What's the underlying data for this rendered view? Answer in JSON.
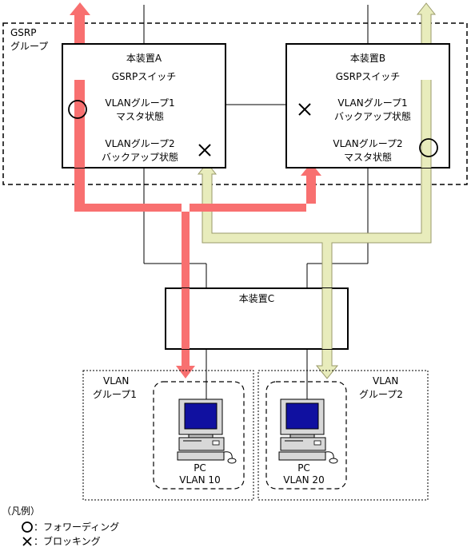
{
  "gsrp_group": {
    "line1": "GSRP",
    "line2": "グループ"
  },
  "device_a": {
    "name": "本装置A",
    "type": "GSRPスイッチ",
    "vg1_label": "VLANグループ1",
    "vg1_state": "マスタ状態",
    "vg2_label": "VLANグループ2",
    "vg2_state": "バックアップ状態"
  },
  "device_b": {
    "name": "本装置B",
    "type": "GSRPスイッチ",
    "vg1_label": "VLANグループ1",
    "vg1_state": "バックアップ状態",
    "vg2_label": "VLANグループ2",
    "vg2_state": "マスタ状態"
  },
  "device_c": {
    "name": "本装置C"
  },
  "vlan_group1": {
    "line1": "VLAN",
    "line2": "グループ1"
  },
  "vlan_group2": {
    "line1": "VLAN",
    "line2": "グループ2"
  },
  "pc1": {
    "line1": "PC",
    "line2": "VLAN 10"
  },
  "pc2": {
    "line1": "PC",
    "line2": "VLAN 20"
  },
  "legend": {
    "title": "（凡例）",
    "forwarding": "：フォワーディング",
    "blocking": "：ブロッキング"
  },
  "colors": {
    "red_path": "#f87070",
    "yellow_path": "#e8ecbc"
  }
}
